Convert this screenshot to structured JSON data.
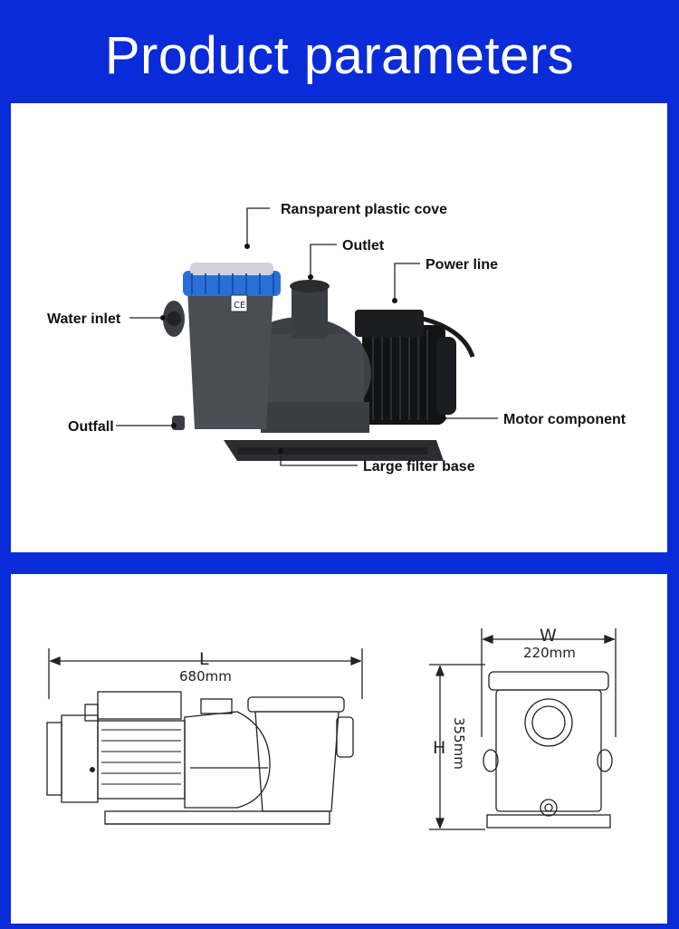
{
  "header": {
    "title": "Product parameters"
  },
  "callouts": {
    "cover": "Ransparent plastic cove",
    "outlet": "Outlet",
    "power": "Power line",
    "inlet": "Water inlet",
    "outfall": "Outfall",
    "motor": "Motor component",
    "base": "Large filter base"
  },
  "dimensions": {
    "length_letter": "L",
    "length_value": "680mm",
    "width_letter": "W",
    "width_value": "220mm",
    "height_letter": "H",
    "height_value": "355mm"
  },
  "colors": {
    "background": "#0a2bd8",
    "cover_blue": "#2a6fd6",
    "pump_body": "#3a3d42",
    "motor_black": "#151618"
  }
}
